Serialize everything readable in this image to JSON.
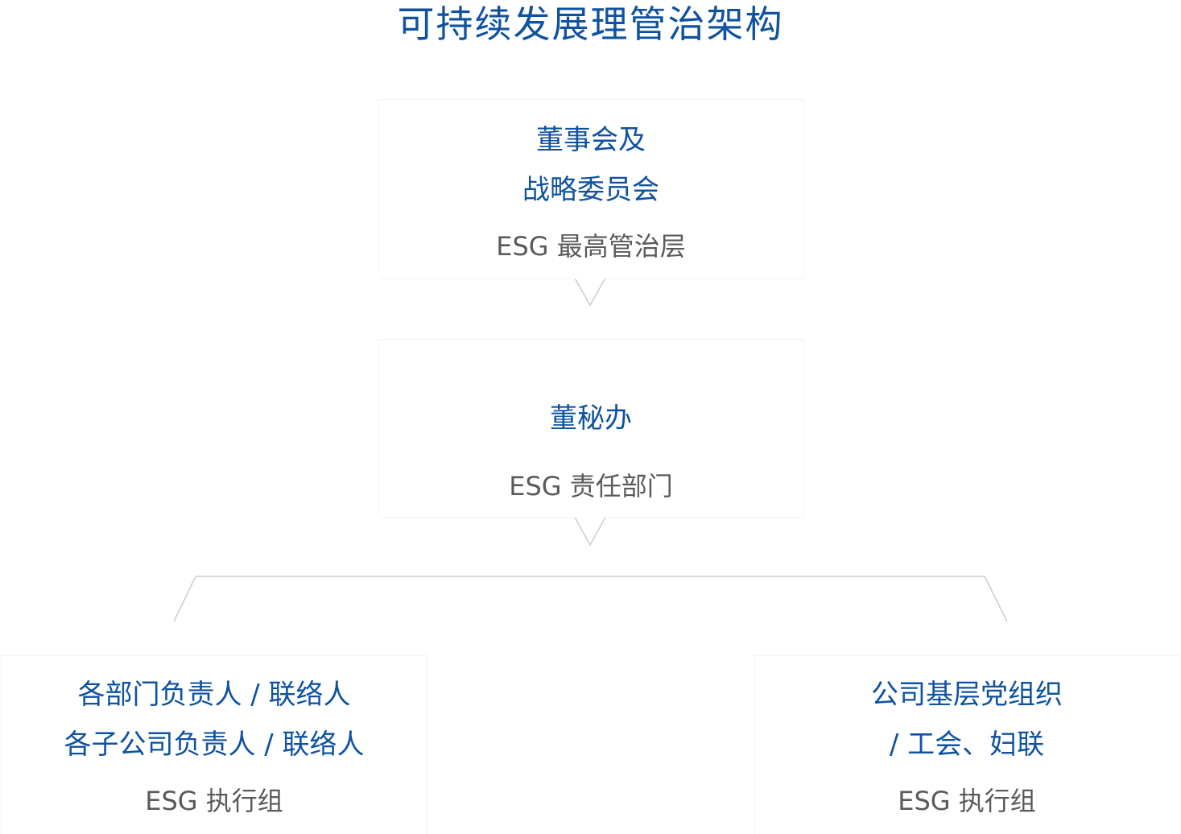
{
  "title": "可持续发展理管治架构",
  "nodes": {
    "top": {
      "lines": [
        "董事会及",
        "战略委员会"
      ],
      "layer": "ESG 最高管治层"
    },
    "middle": {
      "lines": [
        "董秘办"
      ],
      "layer": "ESG 责任部门"
    },
    "left": {
      "lines": [
        "各部门负责人 / 联络人",
        "各子公司负责人 / 联络人"
      ],
      "layer": "ESG 执行组"
    },
    "right": {
      "lines": [
        "公司基层党组织",
        "/ 工会、妇联"
      ],
      "layer": "ESG 执行组"
    }
  },
  "colors": {
    "accent": "#0e52a0",
    "layer_text": "#5a5a5a",
    "border": "#cccccc"
  }
}
